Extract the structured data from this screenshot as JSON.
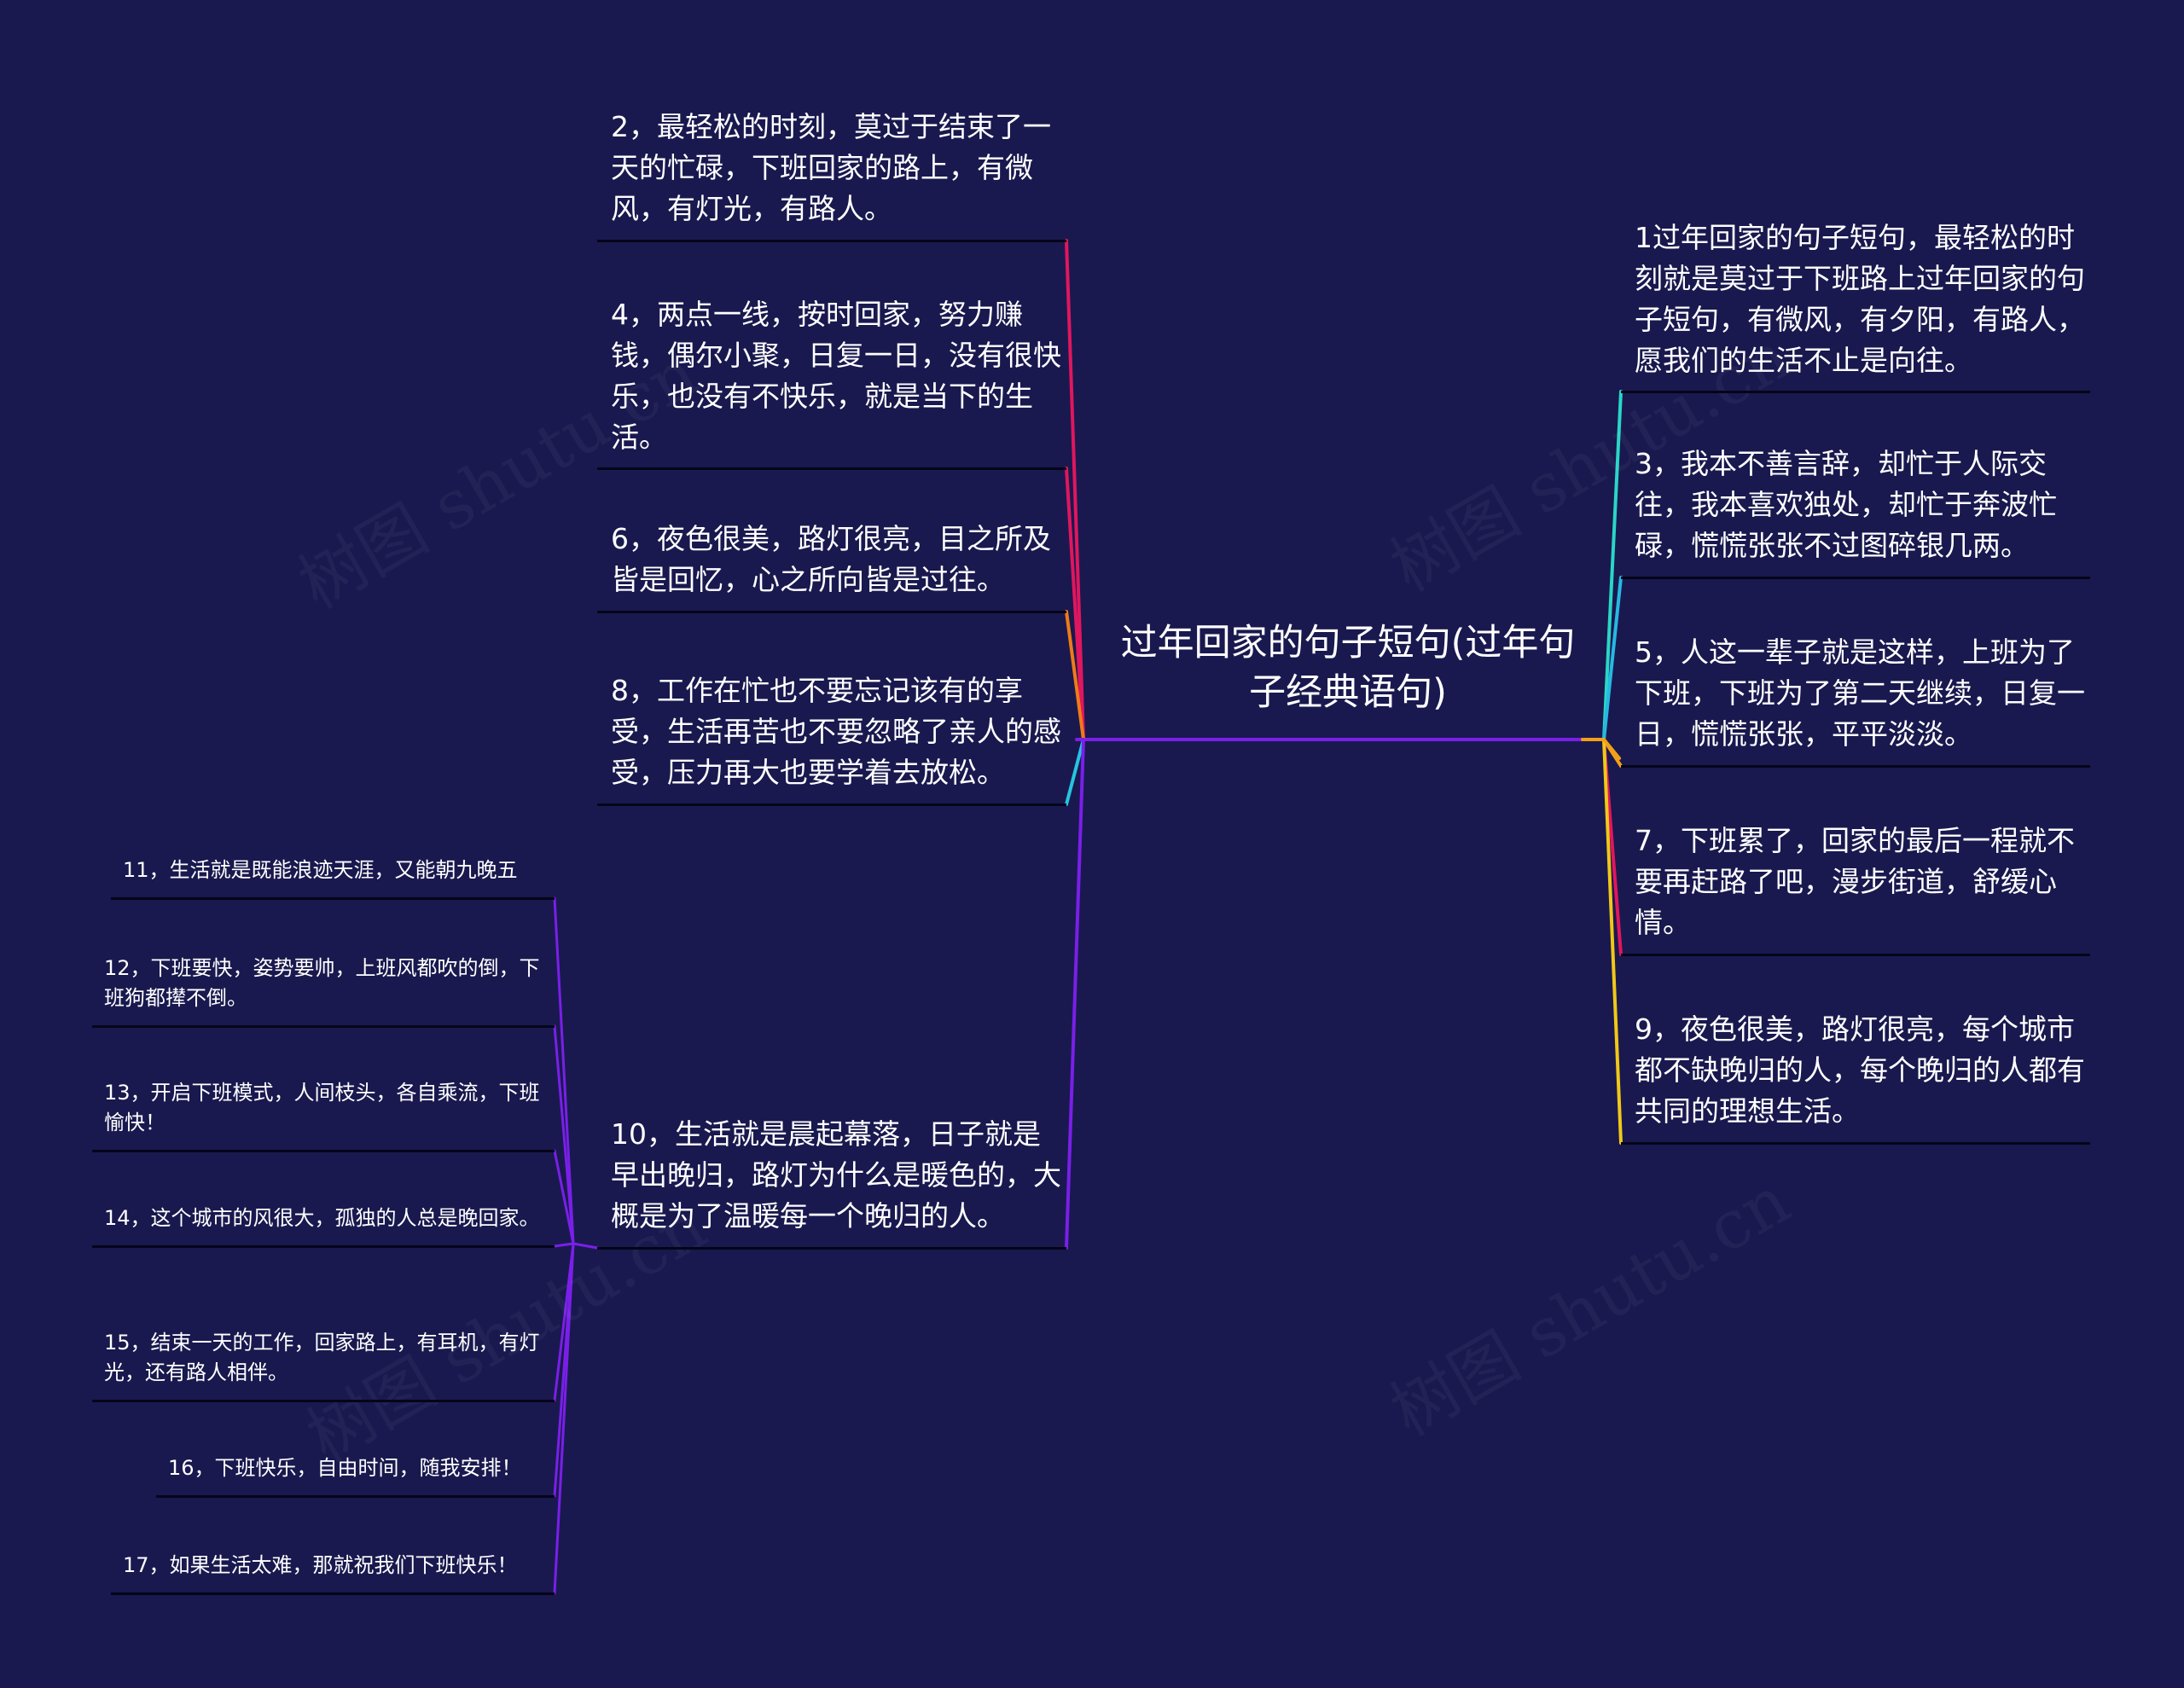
{
  "root": {
    "label": "过年回家的句子短句(过年句子经典语句)"
  },
  "watermark": {
    "text": "树图 shutu.cn"
  },
  "left_branches": [
    {
      "label": "2，最轻松的时刻，莫过于结束了一天的忙碌，下班回家的路上，有微风，有灯光，有路人。",
      "color": "#e0165e"
    },
    {
      "label": "4，两点一线，按时回家，努力赚钱，偶尔小聚，日复一日，没有很快乐，也没有不快乐，就是当下的生活。",
      "color": "#e0165e"
    },
    {
      "label": "6，夜色很美，路灯很亮，目之所及皆是回忆，心之所向皆是过往。",
      "color": "#f07a18"
    },
    {
      "label": "8，工作在忙也不要忘记该有的享受，生活再苦也不要忽略了亲人的感受，压力再大也要学着去放松。",
      "color": "#27c4df"
    },
    {
      "label": "10，生活就是晨起幕落，日子就是早出晚归，路灯为什么是暖色的，大概是为了温暖每一个晚归的人。",
      "color": "#7a1fe8",
      "children": [
        "11，生活就是既能浪迹天涯，又能朝九晚五",
        "12，下班要快，姿势要帅，上班风都吹的倒，下班狗都撵不倒。",
        "13，开启下班模式，人间枝头，各自乘流，下班愉快！",
        "14，这个城市的风很大，孤独的人总是晚回家。",
        "15，结束一天的工作，回家路上，有耳机，有灯光，还有路人相伴。",
        "16，下班快乐，自由时间，随我安排！",
        "17，如果生活太难，那就祝我们下班快乐！"
      ]
    }
  ],
  "right_branches": [
    {
      "label": "1过年回家的句子短句，最轻松的时刻就是莫过于下班路上过年回家的句子短句，有微风，有夕阳，有路人，愿我们的生活不止是向往。",
      "color": "#2ad6c6"
    },
    {
      "label": "3，我本不善言辞，却忙于人际交往，我本喜欢独处，却忙于奔波忙碌，慌慌张张不过图碎银几两。",
      "color": "#27b8e2"
    },
    {
      "label": "5，人这一辈子就是这样，上班为了下班，下班为了第二天继续，日复一日，慌慌张张，平平淡淡。",
      "color": "#f2a018"
    },
    {
      "label": "7，下班累了，回家的最后一程就不要再赶路了吧，漫步街道，舒缓心情。",
      "color": "#e0165e"
    },
    {
      "label": "9，夜色很美，路灯很亮，每个城市都不缺晚归的人，每个晚归的人都有共同的理想生活。",
      "color": "#f0c818"
    }
  ],
  "trunk_color": "#7a1fe8"
}
